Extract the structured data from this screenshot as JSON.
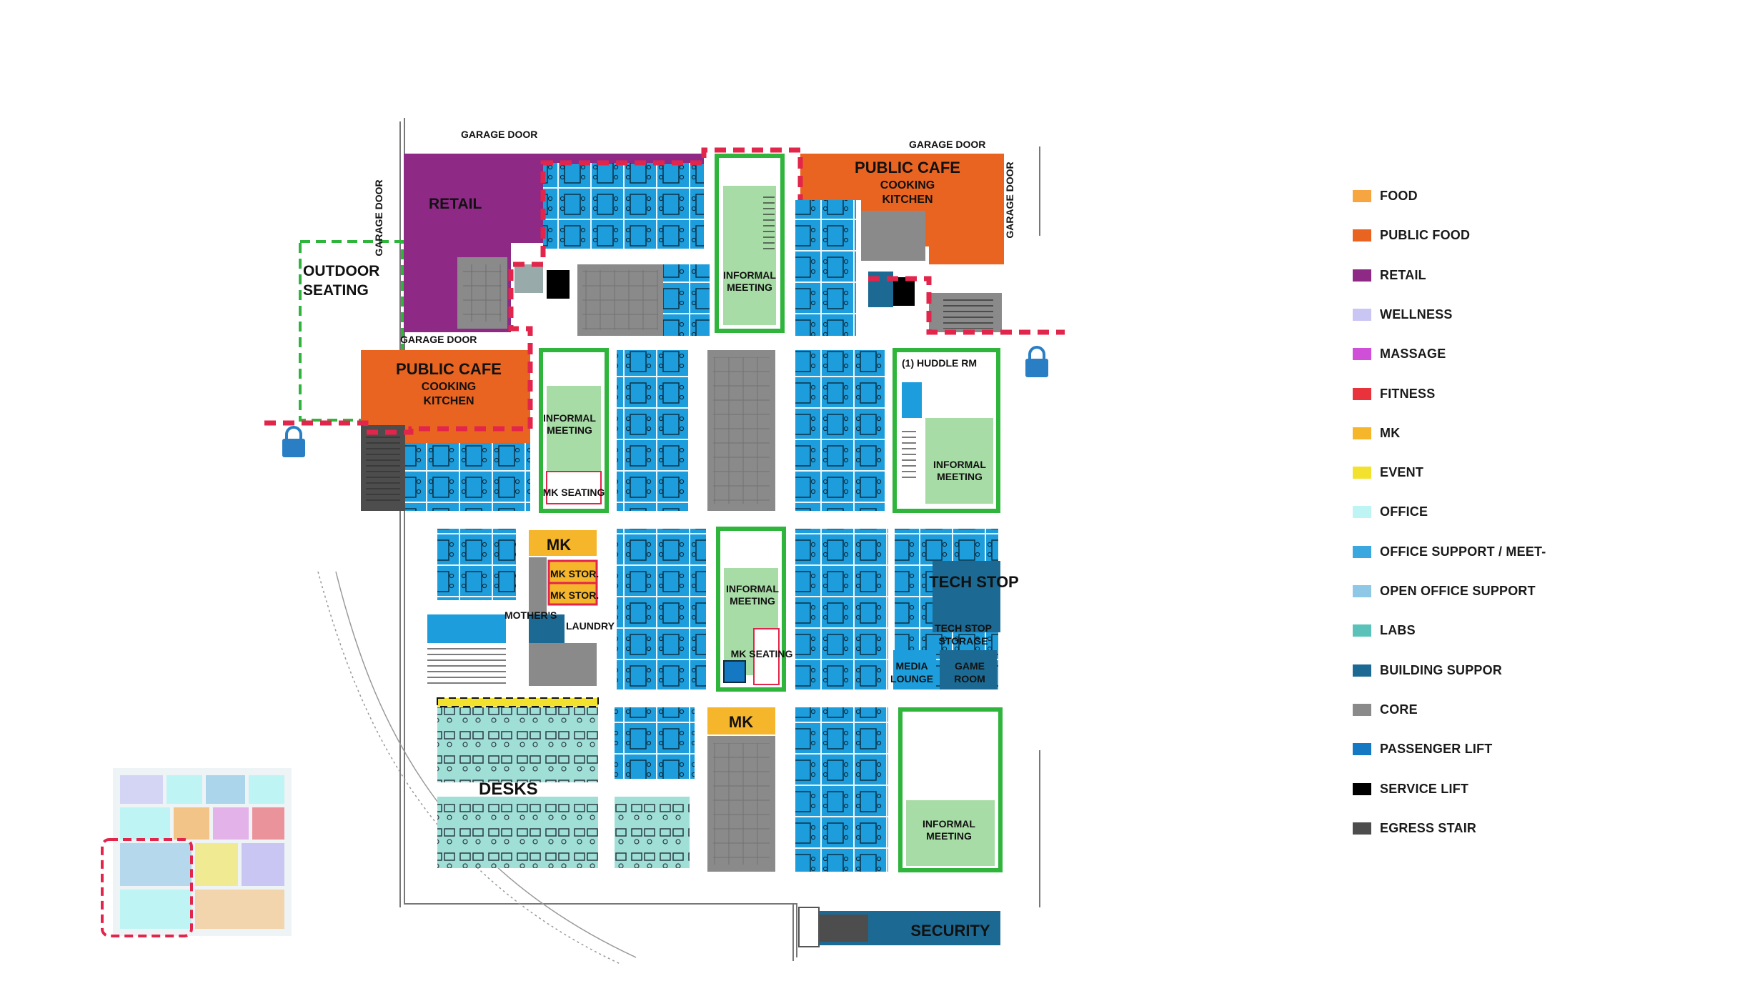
{
  "colors": {
    "food": "#f7a540",
    "public_food": "#e96421",
    "retail": "#8e2a86",
    "wellness": "#c9c6f3",
    "massage": "#cf4fd8",
    "fitness": "#e8333d",
    "mk": "#f6b62b",
    "event": "#f2e12d",
    "office": "#bff4f5",
    "office_support": "#1d9ddb",
    "open_office_support": "#8fc7e6",
    "labs": "#5bc2b9",
    "building_support": "#1c6a93",
    "core": "#8a8a8a",
    "passenger_lift": "#1479c2",
    "service_lift": "#000000",
    "egress_stair": "#4d4d4d",
    "informal": "#a8dca6",
    "desks": "#9fdfd6",
    "green_border": "#2fb43c",
    "red_dash": "#e2254a",
    "lock": "#2a7fc4"
  },
  "plan": {
    "labels": {
      "garage_door_top": "GARAGE DOOR",
      "garage_door_top_right": "GARAGE DOOR",
      "garage_door_left": "GARAGE DOOR",
      "garage_door_right": "GARAGE DOOR",
      "garage_door_mid": "GARAGE DOOR",
      "retail": "RETAIL",
      "outdoor_1": "OUTDOOR",
      "outdoor_2": "SEATING",
      "public_cafe_top": "PUBLIC CAFE",
      "cooking_top_1": "COOKING",
      "cooking_top_2": "KITCHEN",
      "public_cafe_left": "PUBLIC CAFE",
      "cooking_left_1": "COOKING",
      "cooking_left_2": "KITCHEN",
      "informal_a_1": "INFORMAL",
      "informal_a_2": "MEETING",
      "informal_b_1": "INFORMAL",
      "informal_b_2": "MEETING",
      "informal_c_1": "INFORMAL",
      "informal_c_2": "MEETING",
      "informal_d_1": "INFORMAL",
      "informal_d_2": "MEETING",
      "informal_e_1": "INFORMAL",
      "informal_e_2": "MEETING",
      "huddle": "(1) HUDDLE RM",
      "mk_seating_a": "MK SEATING",
      "mk_seating_b": "MK SEATING",
      "mk_a": "MK",
      "mk_b": "MK",
      "mk_stor_1": "MK STOR.",
      "mk_stor_2": "MK STOR.",
      "mothers": "MOTHER'S",
      "laundry": "LAUNDRY",
      "tech_stop": "TECH STOP",
      "tech_storage_1": "TECH STOP",
      "tech_storage_2": "STORAGE",
      "media_1": "MEDIA",
      "media_2": "LOUNGE",
      "game_1": "GAME",
      "game_2": "ROOM",
      "desks": "DESKS",
      "security": "SECURITY"
    }
  },
  "legend": {
    "items": [
      {
        "label": "FOOD",
        "color": "#f7a540"
      },
      {
        "label": "PUBLIC FOOD",
        "color": "#e96421"
      },
      {
        "label": "RETAIL",
        "color": "#8e2a86"
      },
      {
        "label": "WELLNESS",
        "color": "#c9c6f3"
      },
      {
        "label": "MASSAGE",
        "color": "#cf4fd8"
      },
      {
        "label": "FITNESS",
        "color": "#e8333d"
      },
      {
        "label": "MK",
        "color": "#f6b62b"
      },
      {
        "label": "EVENT",
        "color": "#f2e12d"
      },
      {
        "label": "OFFICE",
        "color": "#bff4f5"
      },
      {
        "label": "OFFICE SUPPORT / MEET-",
        "color": "#3aa7de"
      },
      {
        "label": "OPEN OFFICE SUPPORT",
        "color": "#8fc7e6"
      },
      {
        "label": "LABS",
        "color": "#5bc2b9"
      },
      {
        "label": "BUILDING SUPPOR",
        "color": "#1c6a93"
      },
      {
        "label": "CORE",
        "color": "#8a8a8a"
      },
      {
        "label": "PASSENGER LIFT",
        "color": "#1479c2"
      },
      {
        "label": "SERVICE LIFT",
        "color": "#000000"
      },
      {
        "label": "EGRESS STAIR",
        "color": "#4d4d4d"
      }
    ]
  }
}
